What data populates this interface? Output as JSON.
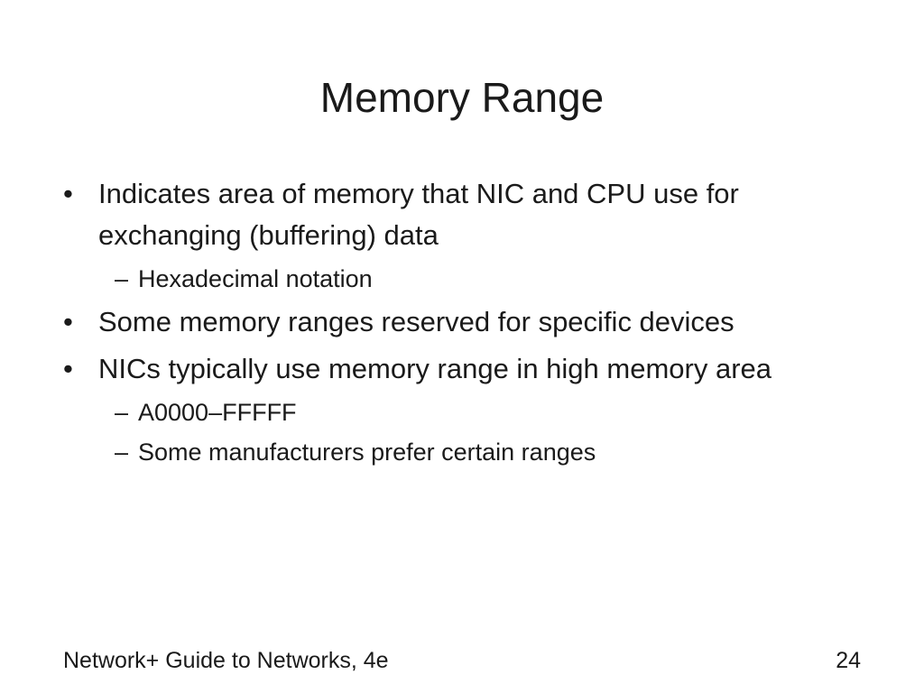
{
  "slide": {
    "title": "Memory Range",
    "bullets": [
      {
        "level": 1,
        "marker": "•",
        "text": "Indicates area of memory that NIC and CPU use for exchanging (buffering) data"
      },
      {
        "level": 2,
        "marker": "–",
        "text": "Hexadecimal notation"
      },
      {
        "level": 1,
        "marker": "•",
        "text": "Some memory ranges reserved for specific devices"
      },
      {
        "level": 1,
        "marker": "•",
        "text": "NICs typically use memory range in high memory area"
      },
      {
        "level": 2,
        "marker": "–",
        "text": "A0000–FFFFF"
      },
      {
        "level": 2,
        "marker": "–",
        "text": "Some manufacturers prefer certain ranges"
      }
    ]
  },
  "footer": {
    "book": "Network+ Guide to Networks, 4e",
    "page_number": "24"
  }
}
